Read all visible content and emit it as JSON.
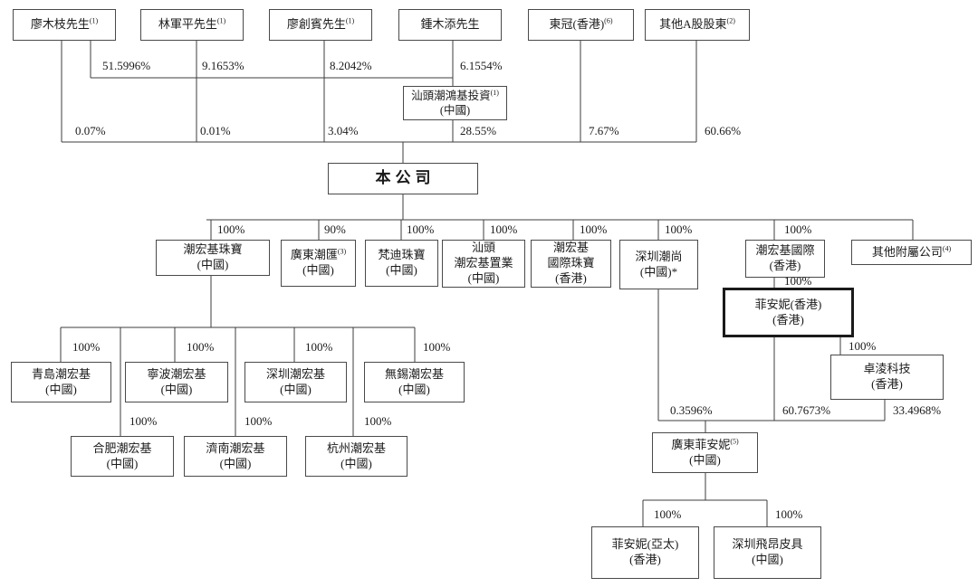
{
  "nodes": {
    "liao_muzhi": {
      "name": "廖木枝先生",
      "note": "(1)"
    },
    "lin_junping": {
      "name": "林軍平先生",
      "note": "(1)"
    },
    "liao_chuangbin": {
      "name": "廖創賓先生",
      "note": "(1)"
    },
    "zhong_mutian": {
      "name": "鍾木添先生"
    },
    "dongguan_hk": {
      "name": "東冠(香港)",
      "note": "(6)"
    },
    "other_a_shareholders": {
      "name": "其他A股股東",
      "note": "(2)"
    },
    "shantou_investment": {
      "name": "汕頭潮鴻基投資",
      "note": "(1)",
      "loc": "(中國)"
    },
    "company": {
      "name": "本公司"
    },
    "chj_jewellery": {
      "name": "潮宏基珠寶",
      "loc": "(中國)"
    },
    "guangdong_chaohui": {
      "name": "廣東潮匯",
      "note": "(3)",
      "loc": "(中國)"
    },
    "fandi_jewellery": {
      "name": "梵迪珠寶",
      "loc": "(中國)"
    },
    "shantou_property": {
      "name": "汕頭",
      "name2": "潮宏基置業",
      "loc": "(中國)"
    },
    "intl_jewellery": {
      "name": "潮宏基",
      "name2": "國際珠寶",
      "loc": "(香港)"
    },
    "shenzhen_chaoshang": {
      "name": "深圳潮尚",
      "loc": "(中國)*"
    },
    "chj_international": {
      "name": "潮宏基國際",
      "loc": "(香港)"
    },
    "other_subsidiaries": {
      "name": "其他附屬公司",
      "note": "(4)"
    },
    "fion_hk": {
      "name": "菲安妮(香港)",
      "loc": "(香港)"
    },
    "zhuoling_tech": {
      "name": "卓淩科技",
      "loc": "(香港)"
    },
    "guangdong_fion": {
      "name": "廣東菲安妮",
      "note": "(5)",
      "loc": "(中國)"
    },
    "fion_asia_pacific": {
      "name": "菲安妮(亞太)",
      "loc": "(香港)"
    },
    "shenzhen_feiang": {
      "name": "深圳飛昂皮具",
      "loc": "(中國)"
    },
    "qingdao_chj": {
      "name": "青島潮宏基",
      "loc": "(中國)"
    },
    "ningbo_chj": {
      "name": "寧波潮宏基",
      "loc": "(中國)"
    },
    "shenzhen_chj": {
      "name": "深圳潮宏基",
      "loc": "(中國)"
    },
    "wuxi_chj": {
      "name": "無錫潮宏基",
      "loc": "(中國)"
    },
    "hefei_chj": {
      "name": "合肥潮宏基",
      "loc": "(中國)"
    },
    "jinan_chj": {
      "name": "濟南潮宏基",
      "loc": "(中國)"
    },
    "hangzhou_chj": {
      "name": "杭州潮宏基",
      "loc": "(中國)"
    }
  },
  "pct": {
    "liao_muzhi_to_investment": "51.5996%",
    "lin_junping_to_investment": "9.1653%",
    "liao_chuangbin_to_investment": "8.2042%",
    "zhong_mutian_to_investment": "6.1554%",
    "liao_muzhi_to_company": "0.07%",
    "lin_junping_to_company": "0.01%",
    "liao_chuangbin_to_company": "3.04%",
    "investment_to_company": "28.55%",
    "dongguan_to_company": "7.67%",
    "other_a_to_company": "60.66%",
    "company_to_chj_jewellery": "100%",
    "company_to_guangdong_chaohui": "90%",
    "company_to_fandi": "100%",
    "company_to_shantou_property": "100%",
    "company_to_intl_jewellery": "100%",
    "company_to_shenzhen_chaoshang": "100%",
    "company_to_chj_international": "100%",
    "chj_international_to_fion_hk": "100%",
    "fion_hk_to_zhuoling": "100%",
    "shenzhen_chaoshang_to_guangdong_fion": "0.3596%",
    "fion_hk_to_guangdong_fion": "60.7673%",
    "zhuoling_to_guangdong_fion": "33.4968%",
    "guangdong_fion_to_fion_ap": "100%",
    "guangdong_fion_to_shenzhen_feiang": "100%",
    "chj_jewellery_to_qingdao": "100%",
    "chj_jewellery_to_ningbo": "100%",
    "chj_jewellery_to_shenzhen": "100%",
    "chj_jewellery_to_wuxi": "100%",
    "chj_jewellery_to_hefei": "100%",
    "chj_jewellery_to_jinan": "100%",
    "chj_jewellery_to_hangzhou": "100%"
  },
  "colors": {
    "line": "#3c3c3c",
    "box_border": "#4a4a4a",
    "emphasis_border": "#1a1a1a",
    "background": "#ffffff",
    "text": "#1a1a1a"
  }
}
